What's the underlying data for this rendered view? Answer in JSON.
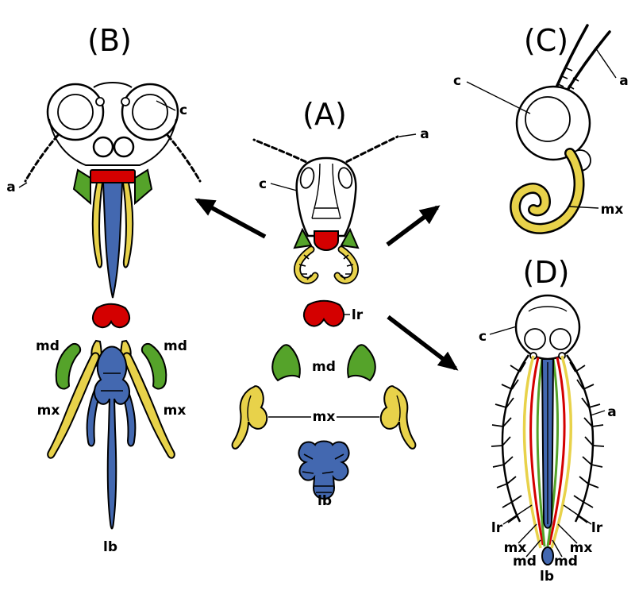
{
  "panels": {
    "a": {
      "title": "(A)",
      "labels": {
        "antenna": "a",
        "cranium": "c",
        "labrum": "lr",
        "mandible": "md",
        "maxilla": "mx",
        "labium": "lb"
      }
    },
    "b": {
      "title": "(B)",
      "labels": {
        "cranium": "c",
        "antenna": "a",
        "mandible_left": "md",
        "mandible_right": "md",
        "maxilla_left": "mx",
        "maxilla_right": "mx",
        "labium": "lb"
      }
    },
    "c": {
      "title": "(C)",
      "labels": {
        "cranium": "c",
        "antenna": "a",
        "maxilla": "mx"
      }
    },
    "d": {
      "title": "(D)",
      "labels": {
        "cranium": "c",
        "antenna": "a",
        "labrum_left": "lr",
        "labrum_right": "lr",
        "maxilla_left": "mx",
        "maxilla_right": "mx",
        "mandible_left": "md",
        "mandible_right": "md",
        "labium": "lb"
      }
    }
  },
  "colors": {
    "labrum_red": "#d40000",
    "mandible_green": "#55a32a",
    "maxilla_yellow": "#e8d24a",
    "labium_blue": "#4368b0",
    "line_black": "#000000",
    "background_white": "#ffffff"
  }
}
